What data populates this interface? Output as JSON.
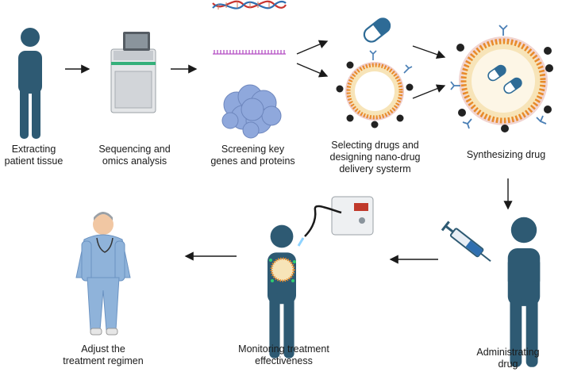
{
  "steps": [
    {
      "lines": [
        "Extracting",
        "patient tissue"
      ]
    },
    {
      "lines": [
        "Sequencing and",
        "omics analysis"
      ]
    },
    {
      "lines": [
        "Screening key",
        "genes and proteins"
      ]
    },
    {
      "lines": [
        "Selecting drugs and",
        "designing nano-drug",
        "delivery systerm"
      ]
    },
    {
      "lines": [
        "Synthesizing drug"
      ]
    },
    {
      "lines": [
        "Administrating",
        "drug"
      ]
    },
    {
      "lines": [
        "Monitoring treatment",
        "effectiveness"
      ]
    },
    {
      "lines": [
        "Adjust the",
        "treatment regimen"
      ]
    }
  ],
  "colors": {
    "person": "#2e5a73",
    "arrow": "#1a1a1a",
    "dna_red": "#c8342f",
    "dna_blue": "#2f6fb0",
    "rna": "#b44fc4",
    "protein": "#8fa8dc",
    "nano_core": "#f7e4b8",
    "lipid_head": "#e88a2a",
    "lipid_tail": "#c0392b",
    "pill": "#2e6b96",
    "antibody": "#4a7fb5",
    "scrubs": "#8fb3da"
  }
}
